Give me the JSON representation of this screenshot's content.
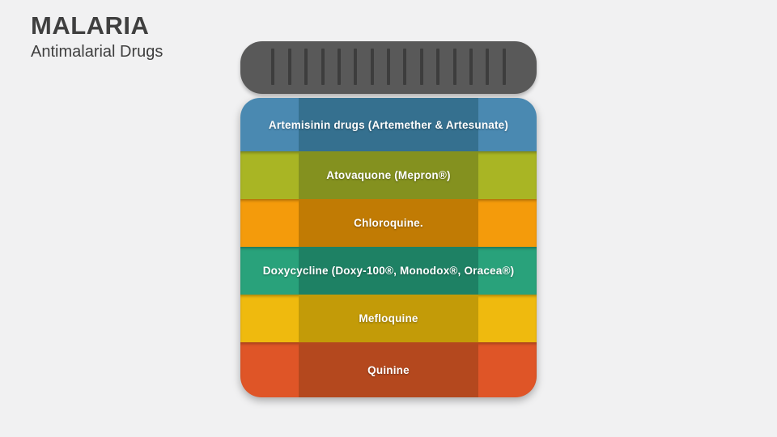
{
  "slide": {
    "title": "MALARIA",
    "subtitle": "Antimalarial Drugs",
    "background_color": "#f1f1f2",
    "title_color": "#3f3f3f"
  },
  "bottle": {
    "cap": {
      "color": "#595959",
      "ridge_color": "#3d3d3d",
      "ridge_count": 15
    },
    "bands": [
      {
        "label": "Artemisinin drugs (Artemether & Artesunate)",
        "outer_color": "#4a89b1",
        "center_color": "#35708f"
      },
      {
        "label": "Atovaquone (Mepron®)",
        "outer_color": "#a9b524",
        "center_color": "#84911f"
      },
      {
        "label": "Chloroquine.",
        "outer_color": "#f49b0b",
        "center_color": "#c17b04"
      },
      {
        "label": "Doxycycline (Doxy-100®, Monodox®, Oracea®)",
        "outer_color": "#29a27b",
        "center_color": "#1e8164"
      },
      {
        "label": "Mefloquine",
        "outer_color": "#efba0e",
        "center_color": "#c39b08"
      },
      {
        "label": "Quinine",
        "outer_color": "#df5527",
        "center_color": "#b4481e"
      }
    ]
  }
}
